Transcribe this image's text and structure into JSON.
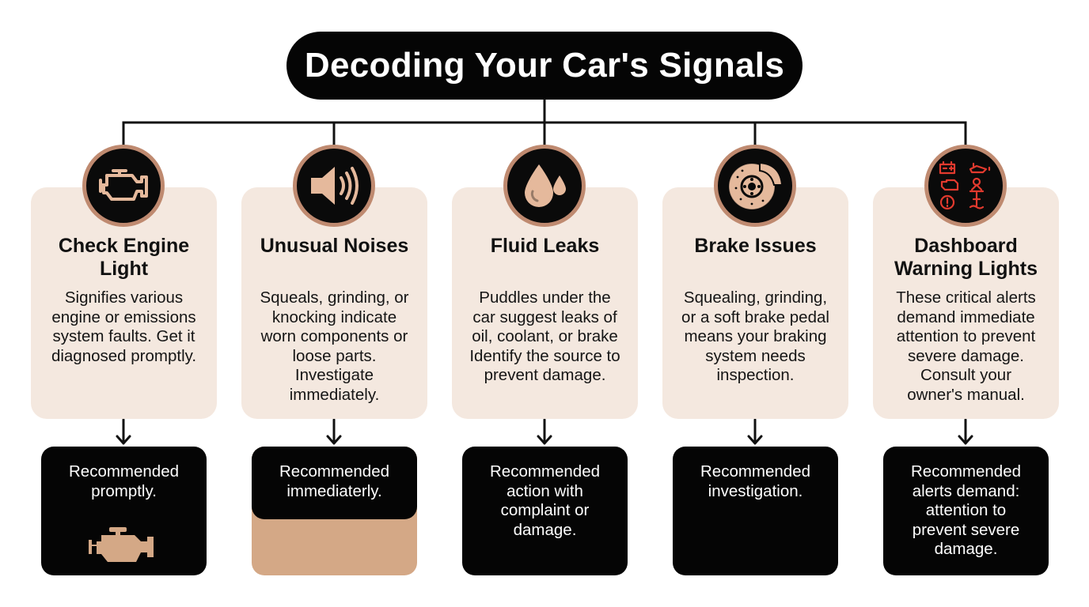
{
  "title": "Decoding Your Car's Signals",
  "colors": {
    "title_background": "#050505",
    "card_background": "#f4e8df",
    "icon_ring": "#bf8a70",
    "icon_glyph": "#e5b99c",
    "dashboard_icon_red": "#e23a2e",
    "action_background": "#050505",
    "action_accent": "#d4a886"
  },
  "signals": [
    {
      "icon": "engine-icon",
      "title": "Check Engine Light",
      "title_lines": [
        "Check Engine",
        "Light"
      ],
      "body": "Signifies various engine or emissions system faults. Get it diagnosed promptly.",
      "body_lines": [
        "Signifies various",
        "engine or emissions",
        "system faults. Get it",
        "diagnosed promptly."
      ],
      "action": "Recommended promptly.",
      "action_lines": [
        "Recommended",
        "promptly."
      ],
      "action_icon": "engine-icon"
    },
    {
      "icon": "speaker-icon",
      "title": "Unusual Noises",
      "title_lines": [
        "Unusual Noises"
      ],
      "body": "Squeals, grinding, or knocking indicate worn components or loose parts. Investigate immediately.",
      "body_lines": [
        "Squeals, grinding, or",
        "knocking indicate",
        "worn components or",
        "loose parts.",
        "Investigate",
        "immediately."
      ],
      "action": "Recommended immediaterly.",
      "action_lines": [
        "Recommended",
        "immediaterly."
      ]
    },
    {
      "icon": "fluid-drop-icon",
      "title": "Fluid Leaks",
      "title_lines": [
        "Fluid Leaks"
      ],
      "body": "Puddles under the car suggest leaks of oil, coolant, or brake Identify the source to prevent damage.",
      "body_lines": [
        "Puddles under the",
        "car suggest leaks of",
        "oil, coolant, or brake",
        "Identify the source to",
        "prevent damage."
      ],
      "action": "Recommended action with complaint or damage.",
      "action_lines": [
        "Recommended",
        "action with",
        "complaint or",
        "damage."
      ]
    },
    {
      "icon": "brake-disc-icon",
      "title": "Brake Issues",
      "title_lines": [
        "Brake Issues"
      ],
      "body": "Squealing, grinding, or a soft brake pedal means your braking system needs inspection.",
      "body_lines": [
        "Squealing, grinding,",
        "or a soft brake pedal",
        "means your braking",
        "system needs",
        "inspection."
      ],
      "action": "Recommended investigation.",
      "action_lines": [
        "Recommended",
        "investigation."
      ]
    },
    {
      "icon": "dashboard-lights-icon",
      "title": "Dashboard Warning Lights",
      "title_lines": [
        "Dashboard",
        "Warning Lights"
      ],
      "body": "These critical alerts demand immediate attention to prevent severe damage. Consult your owner's manual.",
      "body_lines": [
        "These critical alerts",
        "demand immediate",
        "attention to prevent",
        "severe damage.",
        "Consult your",
        "owner's manual."
      ],
      "action": "Recommended alerts demand: attention to prevent severe damage.",
      "action_lines": [
        "Recommended",
        "alerts demand:",
        "attention to",
        "prevent severe",
        "damage."
      ]
    }
  ]
}
